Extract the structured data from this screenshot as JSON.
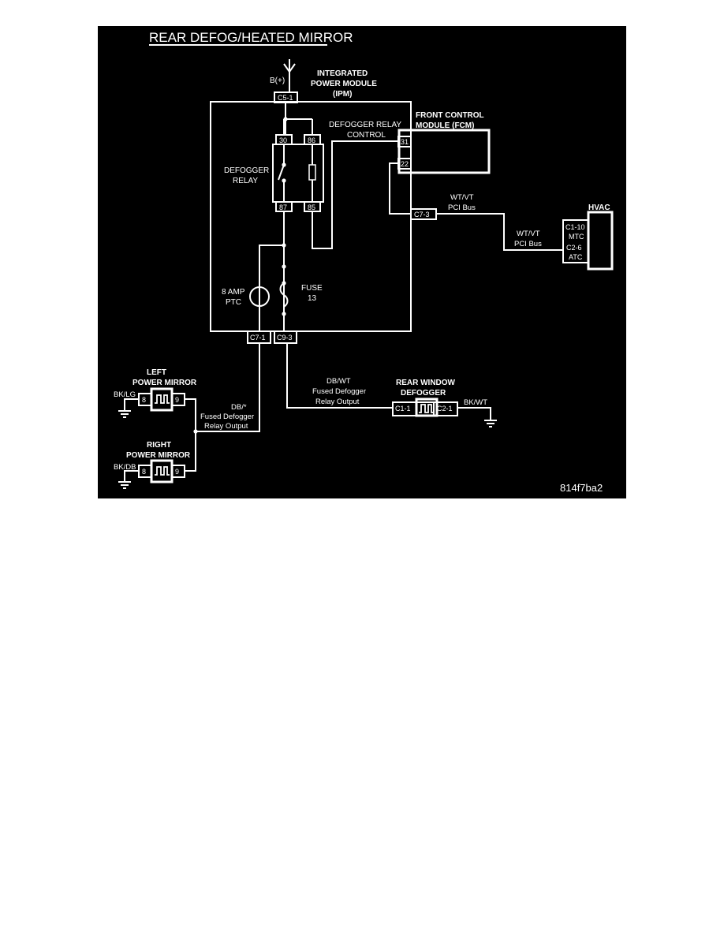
{
  "title": "REAR DEFOG/HEATED MIRROR",
  "figure_id": "814f7ba2",
  "colors": {
    "background": "#000000",
    "line": "#ffffff",
    "page": "#ffffff"
  },
  "battery": {
    "label": "B(+)"
  },
  "ipm": {
    "label_line1": "INTEGRATED",
    "label_line2": "POWER MODULE",
    "label_line3": "(IPM)"
  },
  "fcm": {
    "label_line1": "FRONT CONTROL",
    "label_line2": "MODULE (FCM)"
  },
  "relay": {
    "label_line1": "DEFOGGER",
    "label_line2": "RELAY",
    "control_line1": "DEFOGGER RELAY",
    "control_line2": "CONTROL"
  },
  "ptc": {
    "label_line1": "8 AMP",
    "label_line2": "PTC"
  },
  "fuse": {
    "label_line1": "FUSE",
    "label_line2": "13"
  },
  "hvac": {
    "label": "HVAC",
    "pin1": "C1-10",
    "pin1_desc": "MTC",
    "pin2": "C2-6",
    "pin2_desc": "ATC"
  },
  "pins": {
    "c5_1": "C5-1",
    "p30": "30",
    "p86": "86",
    "p87": "87",
    "p85": "85",
    "p31": "31",
    "p22": "22",
    "c7_3": "C7-3",
    "c7_1": "C7-1",
    "c9_3": "C9-3",
    "c1_1": "C1-1",
    "c2_1": "C2-1",
    "m8": "8",
    "m9": "9",
    "r8": "8",
    "r9": "9"
  },
  "wires": {
    "wt_vt_1": "WT/VT",
    "pci_bus_1": "PCI Bus",
    "wt_vt_2": "WT/VT",
    "pci_bus_2": "PCI Bus",
    "db_wt": "DB/WT",
    "fused_defogger_1": "Fused Defogger",
    "relay_output_1": "Relay Output",
    "db_mirror": "DB/*",
    "fused_defogger_2": "Fused Defogger",
    "relay_output_2": "Relay Output",
    "bk_wt": "BK/WT",
    "bk_lg": "BK/LG",
    "bk_db": "BK/DB"
  },
  "left_mirror": {
    "label_line1": "LEFT",
    "label_line2": "POWER MIRROR"
  },
  "right_mirror": {
    "label_line1": "RIGHT",
    "label_line2": "POWER MIRROR"
  },
  "rear_defogger": {
    "label_line1": "REAR WINDOW",
    "label_line2": "DEFOGGER"
  }
}
